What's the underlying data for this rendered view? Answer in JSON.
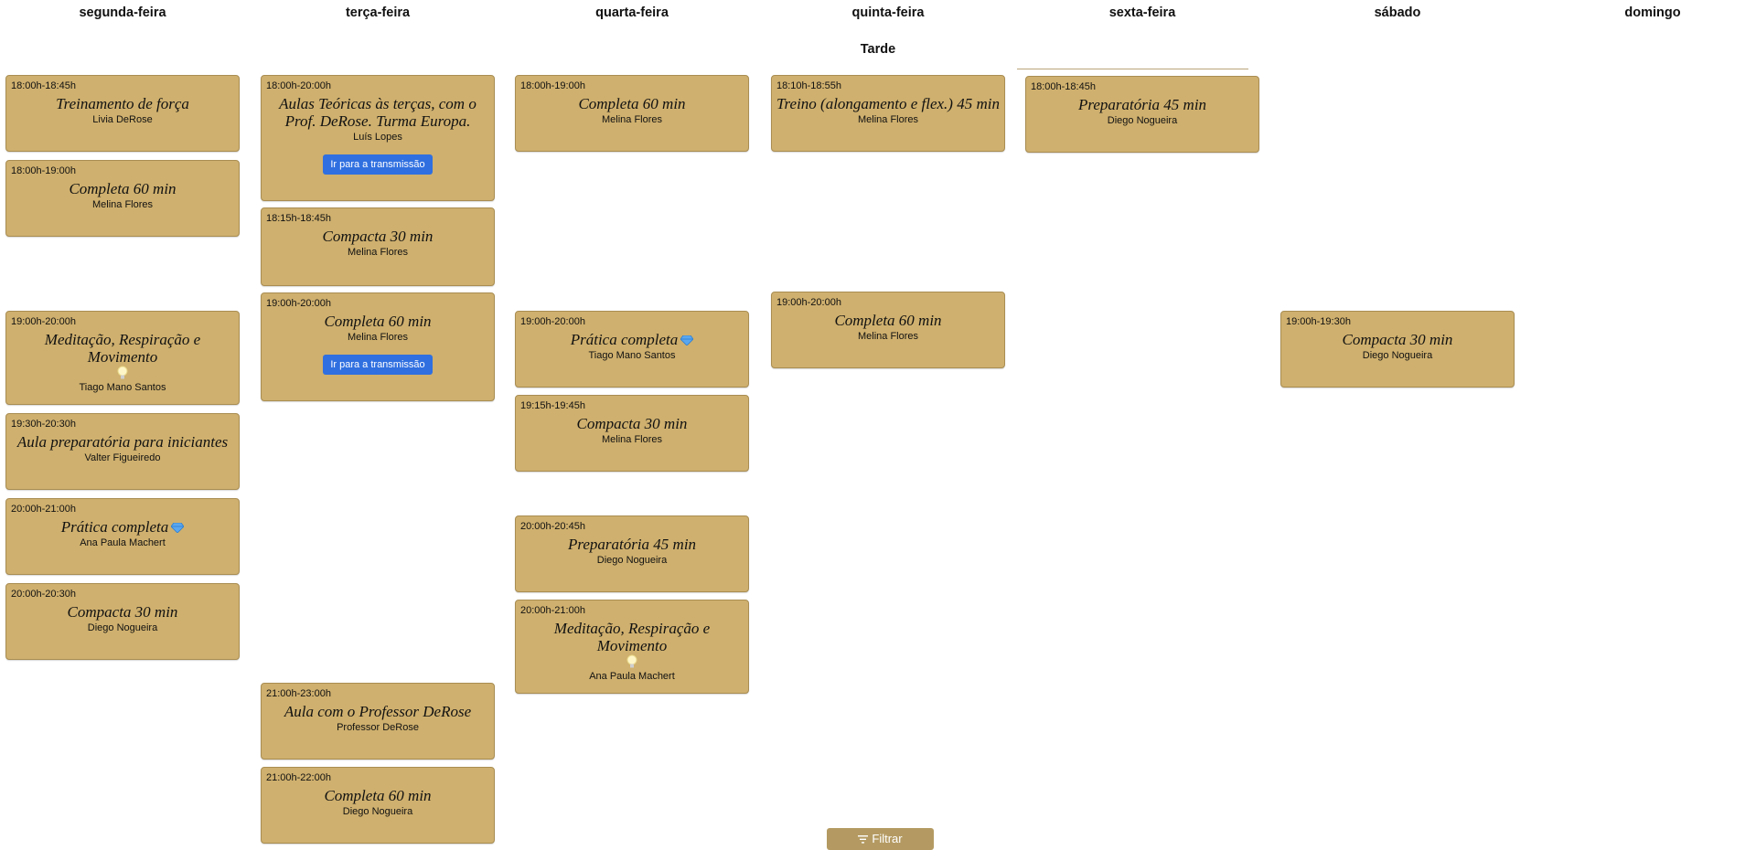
{
  "days": [
    "segunda-feira",
    "terça-feira",
    "quarta-feira",
    "quinta-feira",
    "sexta-feira",
    "sábado",
    "domingo"
  ],
  "section_title": "Tarde",
  "filter_label": "Filtrar",
  "stream_label": "Ir para a transmissão",
  "classes": [
    {
      "time": "18:00h-18:45h",
      "title": "Treinamento de força",
      "teacher": "Livia DeRose"
    },
    {
      "time": "18:00h-19:00h",
      "title": "Completa 60 min",
      "teacher": "Melina Flores"
    },
    {
      "time": "19:00h-20:00h",
      "title": "Meditação, Respiração e Movimento",
      "teacher": "Tiago Mano Santos"
    },
    {
      "time": "19:30h-20:30h",
      "title": "Aula preparatória para iniciantes",
      "teacher": "Valter Figueiredo"
    },
    {
      "time": "20:00h-21:00h",
      "title": "Prática completa",
      "teacher": "Ana Paula Machert"
    },
    {
      "time": "20:00h-20:30h",
      "title": "Compacta 30 min",
      "teacher": "Diego Nogueira"
    },
    {
      "time": "18:00h-20:00h",
      "title": "Aulas Teóricas às terças, com o Prof. DeRose. Turma Europa.",
      "teacher": "Luís Lopes"
    },
    {
      "time": "18:15h-18:45h",
      "title": "Compacta 30 min",
      "teacher": "Melina Flores"
    },
    {
      "time": "19:00h-20:00h",
      "title": "Completa 60 min",
      "teacher": "Melina Flores"
    },
    {
      "time": "21:00h-23:00h",
      "title": "Aula com o Professor DeRose",
      "teacher": "Professor DeRose"
    },
    {
      "time": "21:00h-22:00h",
      "title": "Completa 60 min",
      "teacher": "Diego Nogueira"
    },
    {
      "time": "18:00h-19:00h",
      "title": "Completa 60 min",
      "teacher": "Melina Flores"
    },
    {
      "time": "19:00h-20:00h",
      "title": "Prática completa",
      "teacher": "Tiago Mano Santos"
    },
    {
      "time": "19:15h-19:45h",
      "title": "Compacta 30 min",
      "teacher": "Melina Flores"
    },
    {
      "time": "20:00h-20:45h",
      "title": "Preparatória 45 min",
      "teacher": "Diego Nogueira"
    },
    {
      "time": "20:00h-21:00h",
      "title": "Meditação, Respiração e Movimento",
      "teacher": "Ana Paula Machert"
    },
    {
      "time": "18:10h-18:55h",
      "title": "Treino (alongamento e flex.) 45 min",
      "teacher": "Melina Flores"
    },
    {
      "time": "19:00h-20:00h",
      "title": "Completa 60 min",
      "teacher": "Melina Flores"
    },
    {
      "time": "18:00h-18:45h",
      "title": "Preparatória 45 min",
      "teacher": "Diego Nogueira"
    },
    {
      "time": "19:00h-19:30h",
      "title": "Compacta 30 min",
      "teacher": "Diego Nogueira"
    }
  ]
}
